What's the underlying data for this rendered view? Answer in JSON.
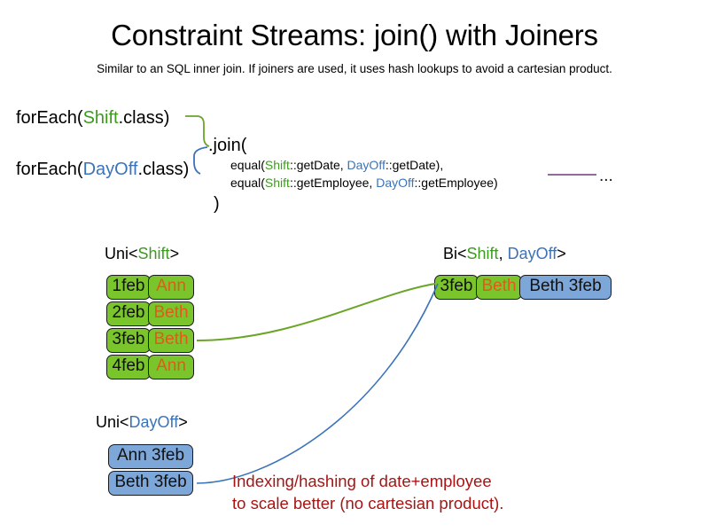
{
  "slide": {
    "title": "Constraint Streams: join() with Joiners",
    "subtitle": "Similar to an SQL inner join. If joiners are used, it uses hash lookups to avoid a cartesian product.",
    "background_color": "#ffffff"
  },
  "colors": {
    "shift_green": "#3c9b1e",
    "dayoff_blue": "#3b73b9",
    "box_green_fill": "#7ac52c",
    "box_blue_fill": "#7da7d9",
    "box_border": "#1b1b1b",
    "name_orange": "#e05a1b",
    "annotation_red": "#a81414",
    "tail_line_purple": "#8e6e96",
    "connector_green": "#6aa527",
    "connector_blue": "#3b73b9"
  },
  "code": {
    "foreach_shift": {
      "prefix": "forEach(",
      "type": "Shift",
      "suffix": ".class)"
    },
    "foreach_dayoff": {
      "prefix": "forEach(",
      "type": "DayOff",
      "suffix": ".class)"
    },
    "join_open": ".join(",
    "join_close": ")",
    "joiners": [
      {
        "prefix": "equal(",
        "left_type": "Shift",
        "left_method": "::getDate, ",
        "right_type": "DayOff",
        "right_method": "::getDate),"
      },
      {
        "prefix": "equal(",
        "left_type": "Shift",
        "left_method": "::getEmployee, ",
        "right_type": "DayOff",
        "right_method": "::getEmployee)"
      }
    ],
    "tail_ellipsis": "..."
  },
  "streams": {
    "uni_shift": {
      "label_prefix": "Uni<",
      "label_type": "Shift",
      "label_suffix": ">",
      "rows": [
        {
          "date": "1feb",
          "name": "Ann"
        },
        {
          "date": "2feb",
          "name": "Beth"
        },
        {
          "date": "3feb",
          "name": "Beth"
        },
        {
          "date": "4feb",
          "name": "Ann"
        }
      ]
    },
    "uni_dayoff": {
      "label_prefix": "Uni<",
      "label_type": "DayOff",
      "label_suffix": ">",
      "rows": [
        {
          "pair": "Ann 3feb"
        },
        {
          "pair": "Beth 3feb"
        }
      ]
    },
    "bi": {
      "label_prefix": "Bi<",
      "label_type_a": "Shift",
      "label_separator": ", ",
      "label_type_b": "DayOff",
      "label_suffix": ">",
      "row": {
        "date": "3feb",
        "name": "Beth",
        "pair": "Beth 3feb"
      }
    }
  },
  "annotation": {
    "text": "Indexing/hashing of date+employee\nto scale better (no cartesian product)."
  }
}
